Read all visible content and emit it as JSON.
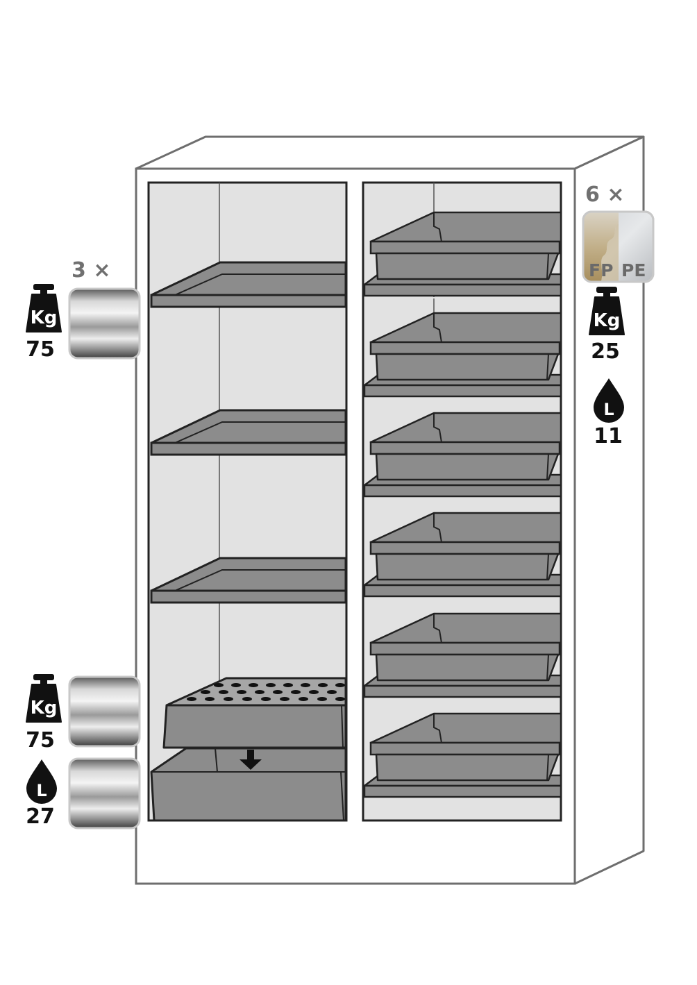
{
  "left_shelves": {
    "count_label": "3 ×",
    "weight_unit": "Kg",
    "weight_value": "75"
  },
  "left_sump": {
    "weight_unit": "Kg",
    "weight_value": "75",
    "volume_unit": "L",
    "volume_value": "27"
  },
  "right_trays": {
    "count_label": "6 ×",
    "material_labels": [
      "FP",
      "PE"
    ],
    "weight_unit": "Kg",
    "weight_value": "25",
    "volume_unit": "L",
    "volume_value": "11"
  },
  "colors": {
    "outline": "#222222",
    "interior": "#e2e2e2",
    "tray": "#8c8c8c",
    "tray_light": "#a6a6a6",
    "cabinet": "#ffffff",
    "cabinet_line": "#6e6e6e"
  }
}
